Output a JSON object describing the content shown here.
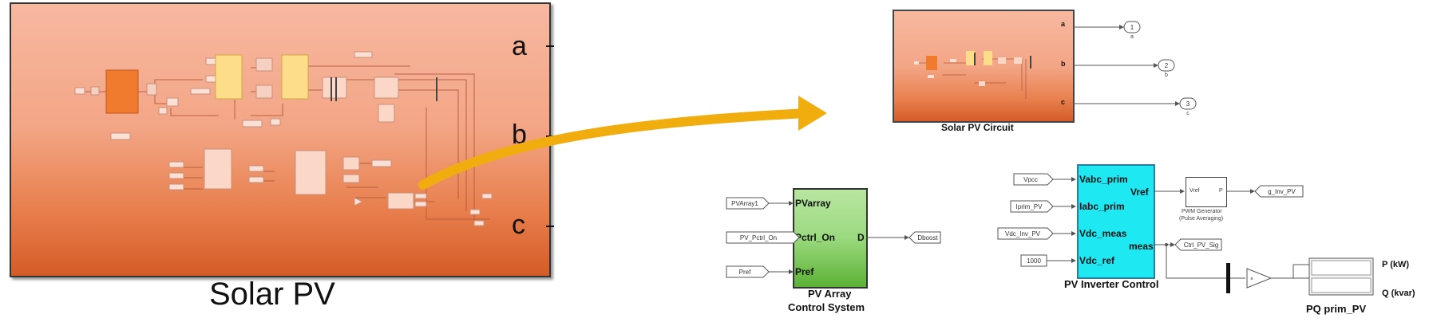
{
  "solar_pv_big": {
    "caption": "Solar PV",
    "ports": [
      "a",
      "b",
      "c"
    ]
  },
  "solar_pv_circuit": {
    "caption": "Solar PV Circuit",
    "ports": [
      "a",
      "b",
      "c"
    ],
    "outports": [
      {
        "num": "1",
        "name": "a"
      },
      {
        "num": "2",
        "name": "b"
      },
      {
        "num": "3",
        "name": "c"
      }
    ]
  },
  "pv_array_control": {
    "caption_line1": "PV Array",
    "caption_line2": "Control System",
    "inputs": [
      "PVarray",
      "Pctrl_On",
      "Pref"
    ],
    "output": "D",
    "from_tags": [
      "PVArray1",
      "PV_Pctrl_On",
      "Pref"
    ],
    "goto_tag": "Dboost"
  },
  "pv_inverter_control": {
    "caption": "PV Inverter Control",
    "inputs": [
      "Vabc_prim",
      "Iabc_prim",
      "Vdc_meas",
      "Vdc_ref"
    ],
    "outputs": [
      "Vref",
      "meas"
    ],
    "from_tags": [
      "Vpcc",
      "Iprim_PV",
      "Vdc_Inv_PV"
    ],
    "const": "1000",
    "pwm_caption_line1": "PWM Generator",
    "pwm_caption_line2": "(Pulse Averaging)",
    "pwm_in": "Vref",
    "pwm_out": "P",
    "goto_pulse": "g_Inv_PV",
    "goto_meas": "Ctrl_PV_Sig"
  },
  "pq_display": {
    "caption": "PQ prim_PV",
    "labels": [
      "P (kW)",
      "Q (kvar)"
    ]
  },
  "colors": {
    "subsystem_top": "#f6b59e",
    "subsystem_bottom": "#d9622c",
    "green_top": "#b4e59a",
    "green_bottom": "#58b132",
    "cyan": "#1ee8f2",
    "arrow": "#f1ad0e"
  }
}
